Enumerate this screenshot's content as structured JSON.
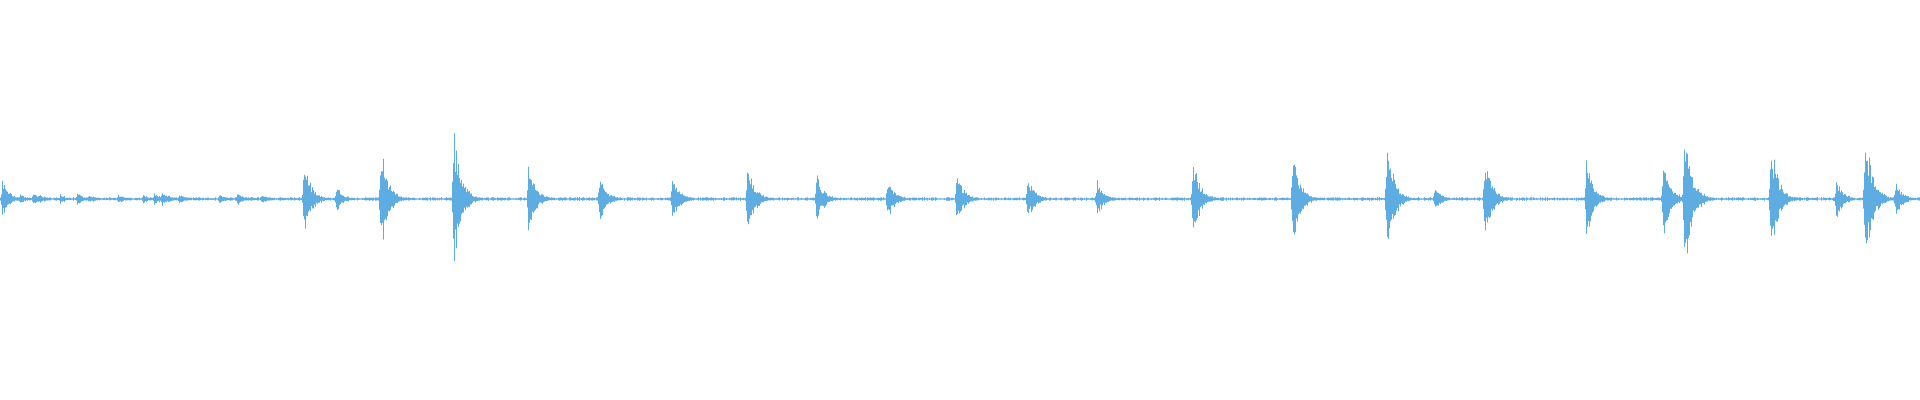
{
  "waveform": {
    "color": "#5DADE2",
    "baseline_amplitude": 0.012,
    "transients": [
      {
        "t": 0.001,
        "amp": 0.18
      },
      {
        "t": 0.01,
        "amp": 0.05
      },
      {
        "t": 0.017,
        "amp": 0.06
      },
      {
        "t": 0.02,
        "amp": 0.05
      },
      {
        "t": 0.031,
        "amp": 0.05
      },
      {
        "t": 0.04,
        "amp": 0.06
      },
      {
        "t": 0.046,
        "amp": 0.05
      },
      {
        "t": 0.061,
        "amp": 0.05
      },
      {
        "t": 0.074,
        "amp": 0.05
      },
      {
        "t": 0.08,
        "amp": 0.06
      },
      {
        "t": 0.084,
        "amp": 0.08
      },
      {
        "t": 0.093,
        "amp": 0.05
      },
      {
        "t": 0.114,
        "amp": 0.05
      },
      {
        "t": 0.123,
        "amp": 0.07
      },
      {
        "t": 0.136,
        "amp": 0.05
      },
      {
        "t": 0.158,
        "amp": 0.38
      },
      {
        "t": 0.175,
        "amp": 0.12
      },
      {
        "t": 0.198,
        "amp": 0.55
      },
      {
        "t": 0.236,
        "amp": 0.7
      },
      {
        "t": 0.275,
        "amp": 0.32
      },
      {
        "t": 0.312,
        "amp": 0.23
      },
      {
        "t": 0.35,
        "amp": 0.23
      },
      {
        "t": 0.389,
        "amp": 0.36
      },
      {
        "t": 0.425,
        "amp": 0.24
      },
      {
        "t": 0.462,
        "amp": 0.22
      },
      {
        "t": 0.498,
        "amp": 0.26
      },
      {
        "t": 0.535,
        "amp": 0.21
      },
      {
        "t": 0.571,
        "amp": 0.18
      },
      {
        "t": 0.621,
        "amp": 0.4
      },
      {
        "t": 0.673,
        "amp": 0.5
      },
      {
        "t": 0.722,
        "amp": 0.58
      },
      {
        "t": 0.747,
        "amp": 0.12
      },
      {
        "t": 0.773,
        "amp": 0.42
      },
      {
        "t": 0.826,
        "amp": 0.38
      },
      {
        "t": 0.866,
        "amp": 0.4
      },
      {
        "t": 0.877,
        "amp": 0.85
      },
      {
        "t": 0.922,
        "amp": 0.65
      },
      {
        "t": 0.956,
        "amp": 0.2
      },
      {
        "t": 0.971,
        "amp": 0.75
      },
      {
        "t": 0.987,
        "amp": 0.18
      }
    ]
  }
}
